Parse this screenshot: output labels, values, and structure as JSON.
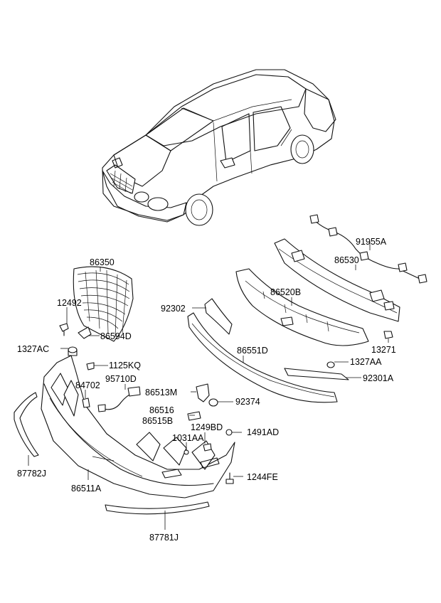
{
  "labels": {
    "l86350": "86350",
    "l12492": "12492",
    "l86594D": "86594D",
    "l1327AC": "1327AC",
    "l1125KQ": "1125KQ",
    "l84702": "84702",
    "l95710D": "95710D",
    "l86513M": "86513M",
    "l86516": "86516",
    "l86515B": "86515B",
    "l1249BD": "1249BD",
    "l1031AA": "1031AA",
    "l1491AD": "1491AD",
    "l1244FE": "1244FE",
    "l87782J": "87782J",
    "l86511A": "86511A",
    "l87781J": "87781J",
    "l92374": "92374",
    "l86551D": "86551D",
    "l92302": "92302",
    "l86520B": "86520B",
    "l86530": "86530",
    "l91955A": "91955A",
    "l13271": "13271",
    "l1327AA": "1327AA",
    "l92301A": "92301A"
  }
}
